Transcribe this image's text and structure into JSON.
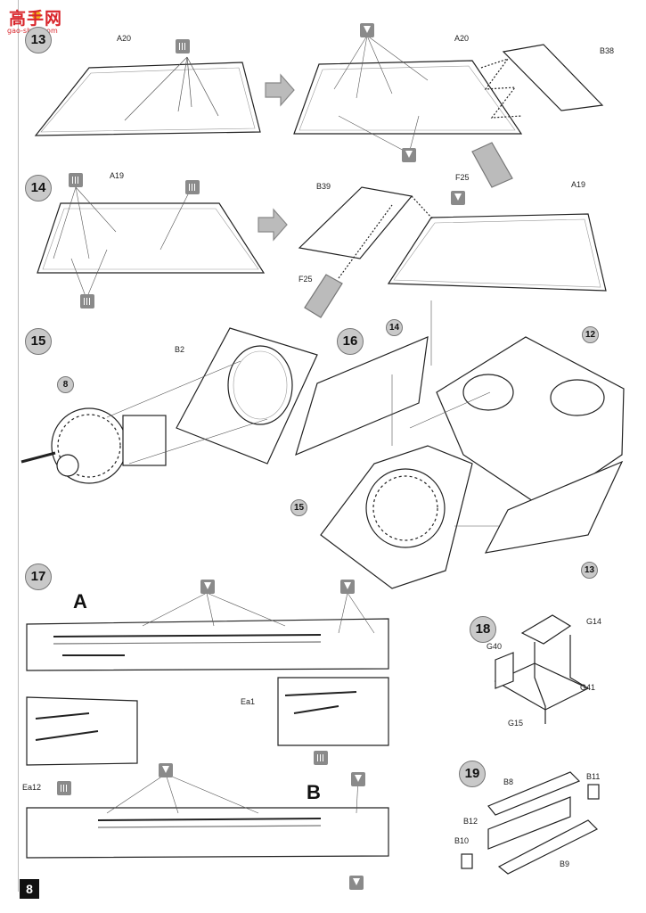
{
  "watermark": {
    "title": "高手网",
    "url": "gao-shou.com"
  },
  "page_number": "8",
  "steps": [
    "13",
    "14",
    "15",
    "16",
    "17",
    "18",
    "19"
  ],
  "callouts": {
    "c8": "8",
    "c12": "12",
    "c13": "13",
    "c14": "14",
    "c15": "15"
  },
  "section_letters": {
    "a": "A",
    "b": "B"
  },
  "labels": {
    "a20_left": "A20",
    "a20_right": "A20",
    "b38": "B38",
    "f25_top": "F25",
    "a19_left": "A19",
    "a19_right": "A19",
    "b39": "B39",
    "f25_mid": "F25",
    "b2": "B2",
    "ea1": "Ea1",
    "ea12": "Ea12",
    "g14": "G14",
    "g40": "G40",
    "g41": "G41",
    "g15": "G15",
    "b8": "B8",
    "b11": "B11",
    "b12": "B12",
    "b10": "B10",
    "b9": "B9"
  },
  "icons": {
    "glue": "glue-brush-icon",
    "cement": "cement-drop-icon",
    "arrow": "next-step-arrow-icon"
  }
}
